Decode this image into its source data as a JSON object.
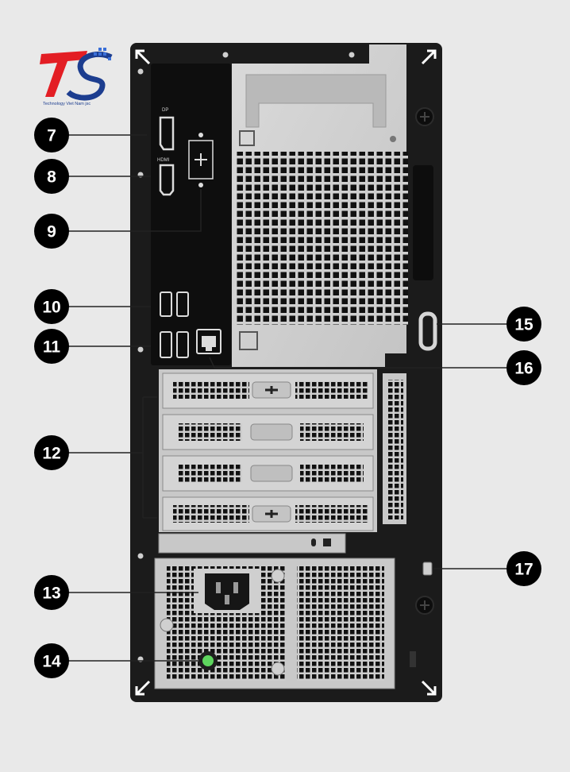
{
  "logo": {
    "tagline": "Technology Viet Nam jsc"
  },
  "callouts": {
    "c7": "7",
    "c8": "8",
    "c9": "9",
    "c10": "10",
    "c11": "11",
    "c12": "12",
    "c13": "13",
    "c14": "14",
    "c15": "15",
    "c16": "16",
    "c17": "17"
  },
  "port_labels": {
    "hdmi": "HDMI",
    "dp": "DP"
  },
  "colors": {
    "chassis": "#1b1b1b",
    "panel": "#d2d2d2",
    "callout": "#000000",
    "background": "#e9e9e9",
    "logo_red": "#e31e24",
    "logo_blue": "#1c3d8f",
    "power_led": "#5ed65e"
  }
}
